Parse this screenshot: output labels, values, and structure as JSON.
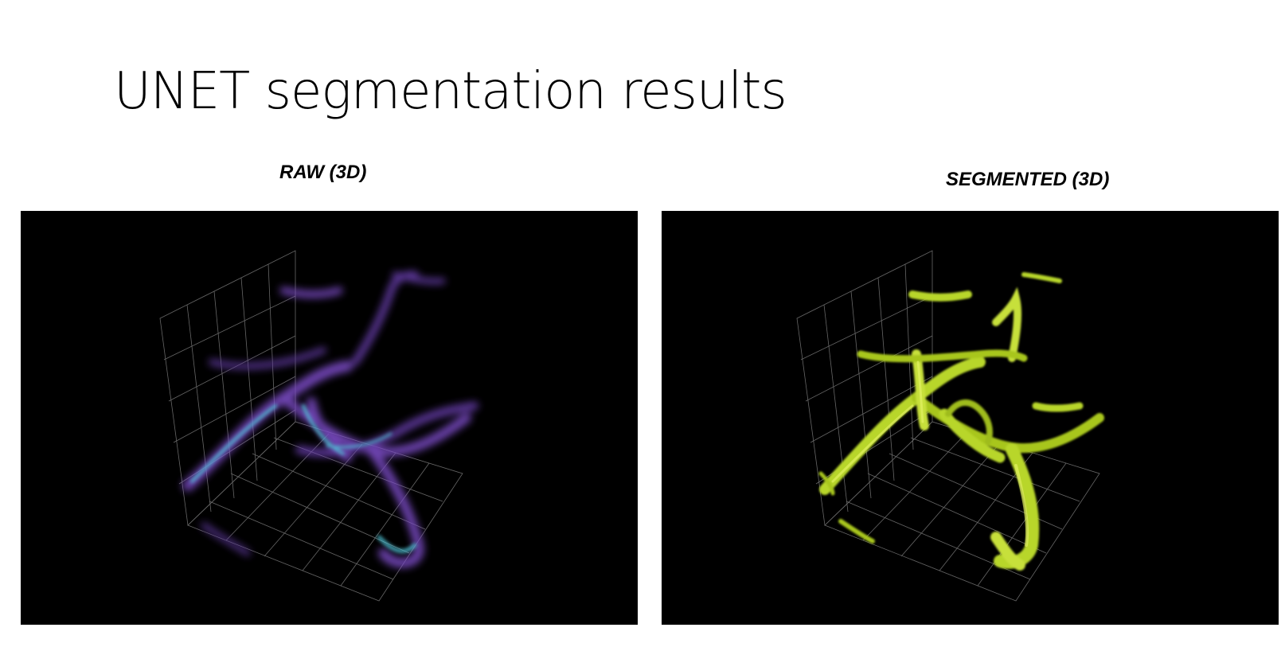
{
  "slide": {
    "title": "UNET segmentation results"
  },
  "panels": [
    {
      "caption": "RAW (3D)",
      "description_icon": "volume-render-raw",
      "vessel_color": "#7a4bc4",
      "highlight_color": "#4fc3d6",
      "background": "#000000"
    },
    {
      "caption": "SEGMENTED (3D)",
      "description_icon": "volume-render-segmented",
      "vessel_color": "#b8d62a",
      "highlight_color": "#e8f56a",
      "background": "#000000"
    }
  ]
}
